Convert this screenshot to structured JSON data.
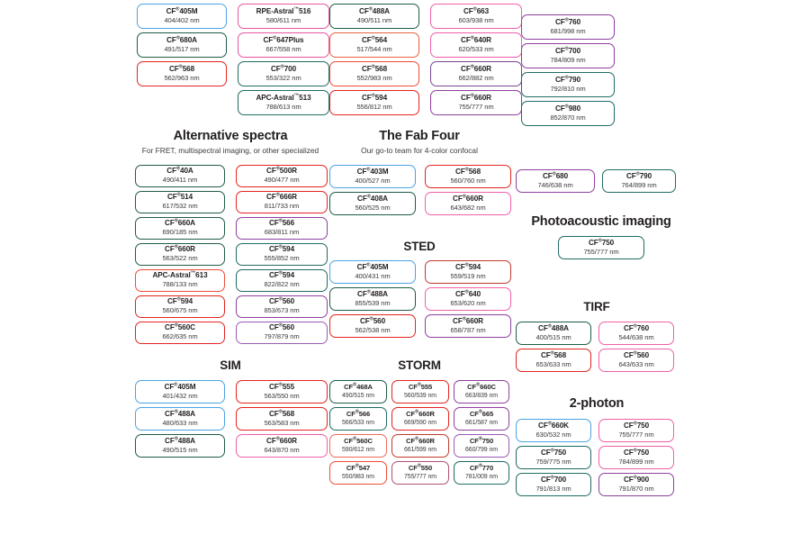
{
  "groups": [
    {
      "id": "grp-top-a",
      "title": "",
      "subtitle": "",
      "chips": [
        {
          "name": "CF",
          "sup": "®",
          "suffix": "405M",
          "value": "404/402 nm",
          "color": "#4ba3e3"
        },
        {
          "name": "RPE-Astral",
          "sup": "™",
          "suffix": "516",
          "value": "580/611 nm",
          "color": "#e8559e"
        },
        {
          "name": "CF",
          "sup": "®",
          "suffix": "680A",
          "value": "491/517 nm",
          "color": "#1f5c45"
        },
        {
          "name": "CF",
          "sup": "®",
          "suffix": "647Plus",
          "value": "667/558 nm",
          "color": "#e8559e"
        },
        {
          "name": "CF",
          "sup": "®",
          "suffix": "568",
          "value": "562/963 nm",
          "color": "#e2241f"
        },
        {
          "name": "CF",
          "sup": "®",
          "suffix": "700",
          "value": "553/322 nm",
          "color": "#1f6b63"
        },
        {
          "name": "",
          "sup": "",
          "suffix": "",
          "value": "",
          "color": "none"
        },
        {
          "name": "APC-Astral",
          "sup": "™",
          "suffix": "513",
          "value": "788/613 nm",
          "color": "#1f6b63"
        }
      ]
    },
    {
      "id": "grp-top-b",
      "title": "",
      "subtitle": "",
      "chips": [
        {
          "name": "CF",
          "sup": "®",
          "suffix": "488A",
          "value": "490/511 nm",
          "color": "#1f5c45"
        },
        {
          "name": "CF",
          "sup": "®",
          "suffix": "663",
          "value": "603/938 nm",
          "color": "#ef5fa8"
        },
        {
          "name": "CF",
          "sup": "®",
          "suffix": "564",
          "value": "517/544 nm",
          "color": "#e8603f"
        },
        {
          "name": "CF",
          "sup": "®",
          "suffix": "640R",
          "value": "620/533 nm",
          "color": "#ef5fa8"
        },
        {
          "name": "CF",
          "sup": "®",
          "suffix": "568",
          "value": "552/983 nm",
          "color": "#ef4b36"
        },
        {
          "name": "CF",
          "sup": "®",
          "suffix": "660R",
          "value": "662/882 nm",
          "color": "#7b4593"
        },
        {
          "name": "CF",
          "sup": "®",
          "suffix": "594",
          "value": "556/812 nm",
          "color": "#e2241f"
        },
        {
          "name": "CF",
          "sup": "®",
          "suffix": "660R",
          "value": "755/777 nm",
          "color": "#8e3f9e"
        }
      ]
    },
    {
      "id": "grp-top-c",
      "title": "",
      "subtitle": "",
      "chips": [
        {
          "name": "CF",
          "sup": "®",
          "suffix": "760",
          "value": "681/998 nm",
          "color": "#8e3f9e"
        },
        {
          "name": "CF",
          "sup": "®",
          "suffix": "700",
          "value": "784/809 nm",
          "color": "#8e3f9e"
        },
        {
          "name": "CF",
          "sup": "®",
          "suffix": "790",
          "value": "792/810 nm",
          "color": "#1f6b63"
        },
        {
          "name": "CF",
          "sup": "®",
          "suffix": "980",
          "value": "852/870 nm",
          "color": "#1f6b63"
        }
      ]
    },
    {
      "id": "grp-alt",
      "title": "Alternative spectra",
      "subtitle": "For FRET, multispectral imaging, or other specialized",
      "chips": [
        {
          "name": "CF",
          "sup": "®",
          "suffix": "40A",
          "value": "490/411 nm",
          "color": "#1f5c45"
        },
        {
          "name": "CF",
          "sup": "®",
          "suffix": "500R",
          "value": "490/477 nm",
          "color": "#e2241f"
        },
        {
          "name": "CF",
          "sup": "®",
          "suffix": "514",
          "value": "617/532 nm",
          "color": "#1f5c45"
        },
        {
          "name": "CF",
          "sup": "®",
          "suffix": "666R",
          "value": "811/733 nm",
          "color": "#e2241f"
        },
        {
          "name": "CF",
          "sup": "®",
          "suffix": "660A",
          "value": "690/185 nm",
          "color": "#1f5c45"
        },
        {
          "name": "CF",
          "sup": "®",
          "suffix": "566",
          "value": "683/811 nm",
          "color": "#8e3f9e"
        },
        {
          "name": "CF",
          "sup": "®",
          "suffix": "660R",
          "value": "563/522 nm",
          "color": "#1f5c45"
        },
        {
          "name": "CF",
          "sup": "®",
          "suffix": "594",
          "value": "555/852 nm",
          "color": "#1f6b63"
        },
        {
          "name": "APC-Astral",
          "sup": "™",
          "suffix": "613",
          "value": "788/133 nm",
          "color": "#ef4b36"
        },
        {
          "name": "CF",
          "sup": "®",
          "suffix": "594",
          "value": "822/822 nm",
          "color": "#1f6b63"
        },
        {
          "name": "CF",
          "sup": "®",
          "suffix": "594",
          "value": "560/675 nm",
          "color": "#e2241f"
        },
        {
          "name": "CF",
          "sup": "®",
          "suffix": "560",
          "value": "853/673 nm",
          "color": "#8e3f9e"
        },
        {
          "name": "CF",
          "sup": "®",
          "suffix": "560C",
          "value": "662/635 nm",
          "color": "#e2241f"
        },
        {
          "name": "CF",
          "sup": "®",
          "suffix": "560",
          "value": "797/879 nm",
          "color": "#9b59b6"
        }
      ]
    },
    {
      "id": "grp-fab",
      "title": "The Fab Four",
      "subtitle": "Our go-to team for 4-color confocal",
      "chips": [
        {
          "name": "CF",
          "sup": "®",
          "suffix": "403M",
          "value": "400/527 nm",
          "color": "#4ba3e3"
        },
        {
          "name": "CF",
          "sup": "®",
          "suffix": "568",
          "value": "560/760 nm",
          "color": "#e2241f"
        },
        {
          "name": "CF",
          "sup": "®",
          "suffix": "408A",
          "value": "560/525 nm",
          "color": "#1f5c45"
        },
        {
          "name": "CF",
          "sup": "®",
          "suffix": "660R",
          "value": "643/682 nm",
          "color": "#ef5fa8"
        }
      ]
    },
    {
      "id": "grp-sted",
      "title": "STED",
      "subtitle": "",
      "chips": [
        {
          "name": "CF",
          "sup": "®",
          "suffix": "405M",
          "value": "400/431 nm",
          "color": "#4ba3e3"
        },
        {
          "name": "CF",
          "sup": "®",
          "suffix": "594",
          "value": "559/519 nm",
          "color": "#c0392b"
        },
        {
          "name": "CF",
          "sup": "®",
          "suffix": "488A",
          "value": "855/539 nm",
          "color": "#1f5c45"
        },
        {
          "name": "CF",
          "sup": "®",
          "suffix": "640",
          "value": "653/620 nm",
          "color": "#ef5fa8"
        },
        {
          "name": "CF",
          "sup": "®",
          "suffix": "560",
          "value": "562/538 nm",
          "color": "#e2241f"
        },
        {
          "name": "CF",
          "sup": "®",
          "suffix": "660R",
          "value": "658/787 nm",
          "color": "#8e3f9e"
        }
      ]
    },
    {
      "id": "grp-storm",
      "title": "STORM",
      "subtitle": "",
      "chips": [
        {
          "name": "CF",
          "sup": "®",
          "suffix": "468A",
          "value": "490/515 nm",
          "color": "#1f5c45"
        },
        {
          "name": "CF",
          "sup": "®",
          "suffix": "555",
          "value": "560/539 nm",
          "color": "#e2241f"
        },
        {
          "name": "CF",
          "sup": "®",
          "suffix": "660C",
          "value": "663/839 nm",
          "color": "#8e3f9e"
        },
        {
          "name": "CF",
          "sup": "®",
          "suffix": "566",
          "value": "566/533 nm",
          "color": "#1f6b63"
        },
        {
          "name": "CF",
          "sup": "®",
          "suffix": "660R",
          "value": "669/590 nm",
          "color": "#e2241f"
        },
        {
          "name": "CF",
          "sup": "®",
          "suffix": "665",
          "value": "661/587 nm",
          "color": "#8e3f9e"
        },
        {
          "name": "CF",
          "sup": "®",
          "suffix": "560C",
          "value": "590/612 nm",
          "color": "#ef6b57"
        },
        {
          "name": "CF",
          "sup": "®",
          "suffix": "660R",
          "value": "661/599 nm",
          "color": "#c0392b"
        },
        {
          "name": "CF",
          "sup": "®",
          "suffix": "750",
          "value": "660/799 nm",
          "color": "#9b59b6"
        },
        {
          "name": "CF",
          "sup": "®",
          "suffix": "547",
          "value": "550/983 nm",
          "color": "#ef4b36"
        },
        {
          "name": "CF",
          "sup": "®",
          "suffix": "550",
          "value": "755/777 nm",
          "color": "#b05070"
        },
        {
          "name": "CF",
          "sup": "®",
          "suffix": "770",
          "value": "781/009 nm",
          "color": "#1f6b63"
        }
      ]
    },
    {
      "id": "grp-sim",
      "title": "SIM",
      "subtitle": "",
      "chips": [
        {
          "name": "CF",
          "sup": "®",
          "suffix": "405M",
          "value": "401/432 nm",
          "color": "#4ba3e3"
        },
        {
          "name": "CF",
          "sup": "®",
          "suffix": "555",
          "value": "563/550 nm",
          "color": "#e2241f"
        },
        {
          "name": "CF",
          "sup": "®",
          "suffix": "488A",
          "value": "480/633 nm",
          "color": "#4ba3e3"
        },
        {
          "name": "CF",
          "sup": "®",
          "suffix": "568",
          "value": "563/583 nm",
          "color": "#e2241f"
        },
        {
          "name": "CF",
          "sup": "®",
          "suffix": "488A",
          "value": "490/515 nm",
          "color": "#1f5c45"
        },
        {
          "name": "CF",
          "sup": "®",
          "suffix": "660R",
          "value": "643/870 nm",
          "color": "#ef5fa8"
        }
      ]
    },
    {
      "id": "grp-photo-top",
      "title": "",
      "subtitle": "",
      "chips": [
        {
          "name": "CF",
          "sup": "®",
          "suffix": "680",
          "value": "746/638 nm",
          "color": "#8e3f9e"
        },
        {
          "name": "CF",
          "sup": "®",
          "suffix": "790",
          "value": "764/899 nm",
          "color": "#1f6b63"
        }
      ]
    },
    {
      "id": "grp-photo",
      "title": "Photoacoustic imaging",
      "subtitle": "",
      "chips": [
        {
          "name": "CF",
          "sup": "®",
          "suffix": "750",
          "value": "755/777 nm",
          "color": "#1f6b63"
        }
      ]
    },
    {
      "id": "grp-tirf",
      "title": "TIRF",
      "subtitle": "",
      "chips": [
        {
          "name": "CF",
          "sup": "®",
          "suffix": "488A",
          "value": "400/515 nm",
          "color": "#1f5c45"
        },
        {
          "name": "CF",
          "sup": "®",
          "suffix": "760",
          "value": "544/638 nm",
          "color": "#ef5fa8"
        },
        {
          "name": "CF",
          "sup": "®",
          "suffix": "568",
          "value": "653/633 nm",
          "color": "#e2241f"
        },
        {
          "name": "CF",
          "sup": "®",
          "suffix": "560",
          "value": "643/633 nm",
          "color": "#ef5fa8"
        }
      ]
    },
    {
      "id": "grp-2p",
      "title": "2-photon",
      "subtitle": "",
      "chips": [
        {
          "name": "CF",
          "sup": "®",
          "suffix": "660K",
          "value": "630/532 nm",
          "color": "#4ba3e3"
        },
        {
          "name": "CF",
          "sup": "®",
          "suffix": "750",
          "value": "755/777 nm",
          "color": "#ef5fa8"
        },
        {
          "name": "CF",
          "sup": "®",
          "suffix": "750",
          "value": "759/775 nm",
          "color": "#1f6b63"
        },
        {
          "name": "CF",
          "sup": "®",
          "suffix": "750",
          "value": "784/899 nm",
          "color": "#ef5fa8"
        },
        {
          "name": "CF",
          "sup": "®",
          "suffix": "700",
          "value": "791/813 nm",
          "color": "#1f6b63"
        },
        {
          "name": "CF",
          "sup": "®",
          "suffix": "900",
          "value": "791/870 nm",
          "color": "#8e3f9e"
        }
      ]
    }
  ]
}
